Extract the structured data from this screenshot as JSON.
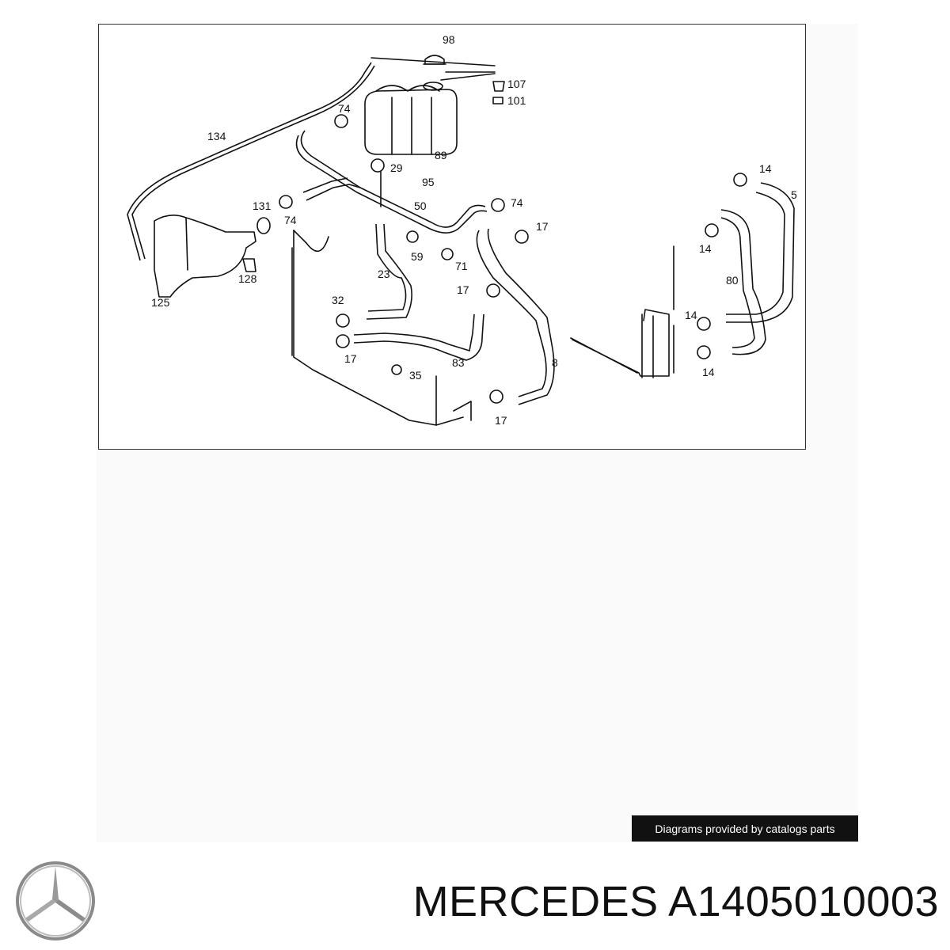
{
  "diagram": {
    "callouts": [
      {
        "id": "98",
        "text": "98"
      },
      {
        "id": "107",
        "text": "107"
      },
      {
        "id": "101",
        "text": "101"
      },
      {
        "id": "74a",
        "text": "74"
      },
      {
        "id": "134",
        "text": "134"
      },
      {
        "id": "89",
        "text": "89"
      },
      {
        "id": "29",
        "text": "29"
      },
      {
        "id": "95",
        "text": "95"
      },
      {
        "id": "14a",
        "text": "14"
      },
      {
        "id": "5",
        "text": "5"
      },
      {
        "id": "131",
        "text": "131"
      },
      {
        "id": "74b",
        "text": "74"
      },
      {
        "id": "50",
        "text": "50"
      },
      {
        "id": "74c",
        "text": "74"
      },
      {
        "id": "17a",
        "text": "17"
      },
      {
        "id": "14b",
        "text": "14"
      },
      {
        "id": "59",
        "text": "59"
      },
      {
        "id": "71",
        "text": "71"
      },
      {
        "id": "128",
        "text": "128"
      },
      {
        "id": "23",
        "text": "23"
      },
      {
        "id": "80",
        "text": "80"
      },
      {
        "id": "125",
        "text": "125"
      },
      {
        "id": "17b",
        "text": "17"
      },
      {
        "id": "32",
        "text": "32"
      },
      {
        "id": "14c",
        "text": "14"
      },
      {
        "id": "17c",
        "text": "17"
      },
      {
        "id": "83",
        "text": "83"
      },
      {
        "id": "8",
        "text": "8"
      },
      {
        "id": "14d",
        "text": "14"
      },
      {
        "id": "35",
        "text": "35"
      },
      {
        "id": "17d",
        "text": "17"
      }
    ]
  },
  "credit": "Diagrams provided by catalogs parts",
  "brand": {
    "logo_icon": "mercedes-star-logo-icon"
  },
  "product": {
    "title": "MERCEDES A1405010003"
  }
}
